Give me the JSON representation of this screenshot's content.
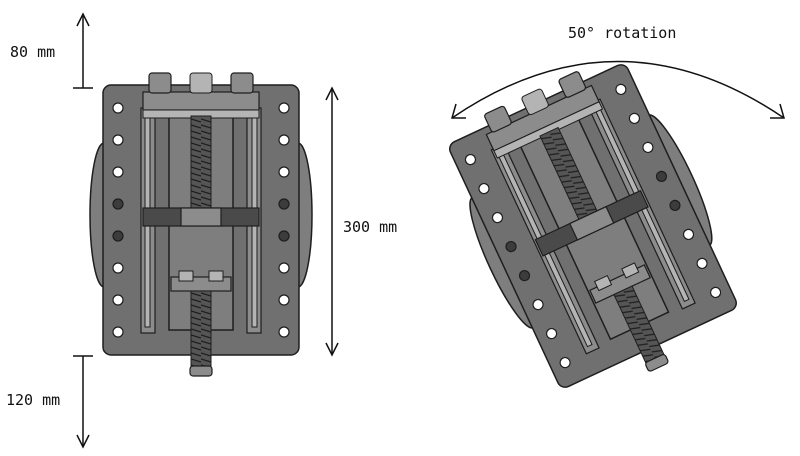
{
  "annotations": {
    "top_extension": "80 mm",
    "height": "300 mm",
    "bottom_extension": "120 mm",
    "rotation": "50° rotation"
  },
  "views": {
    "front": {
      "angle_deg": 0
    },
    "rotated": {
      "angle_deg": 25
    }
  },
  "colors": {
    "plate": "#707070",
    "outline": "#1e1e1e",
    "dark_hole": "#3c3c3c"
  }
}
